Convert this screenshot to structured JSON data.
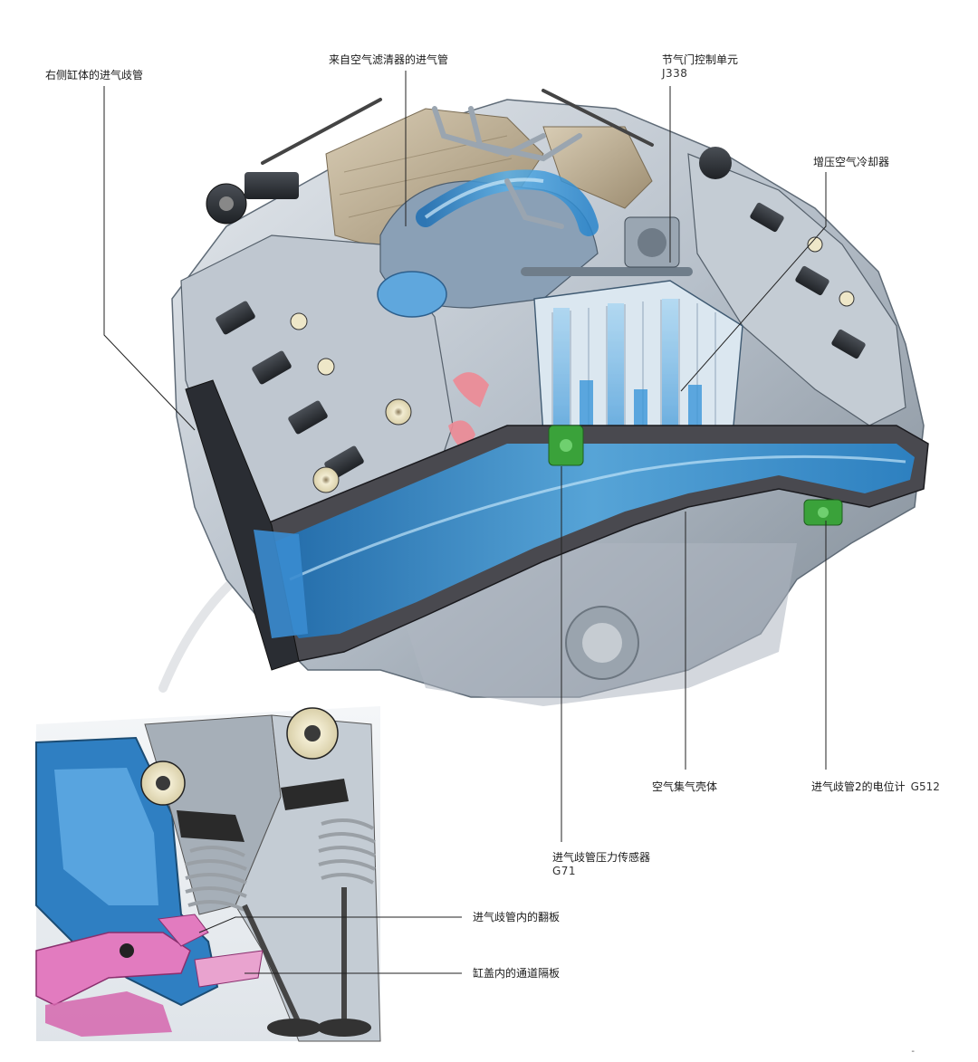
{
  "labels": {
    "right_bank_manifold": "右侧缸体的进气歧管",
    "intake_from_filter": "来自空气滤清器的进气管",
    "throttle_unit": "节气门控制单元",
    "throttle_unit_code": "J338",
    "charge_air_cooler": "增压空气冷却器",
    "air_plenum": "空气集气壳体",
    "potentiometer": "进气歧管2的电位计",
    "potentiometer_code": "G512",
    "pressure_sensor": "进气歧管压力传感器",
    "pressure_sensor_code": "G71",
    "manifold_flap": "进气歧管内的翻板",
    "channel_divider": "缸盖内的通道隔板"
  },
  "page_mark": "-",
  "colors": {
    "engine_metal": "#c9d0d8",
    "engine_shadow": "#6f7a86",
    "air_flow": "#2f8fd6",
    "air_flow_light": "#8cc8f0",
    "sensor_green": "#3aa23a",
    "flap_pink": "#e27bbf",
    "heat_shield": "#b9a98c",
    "leader_line": "#222222"
  }
}
